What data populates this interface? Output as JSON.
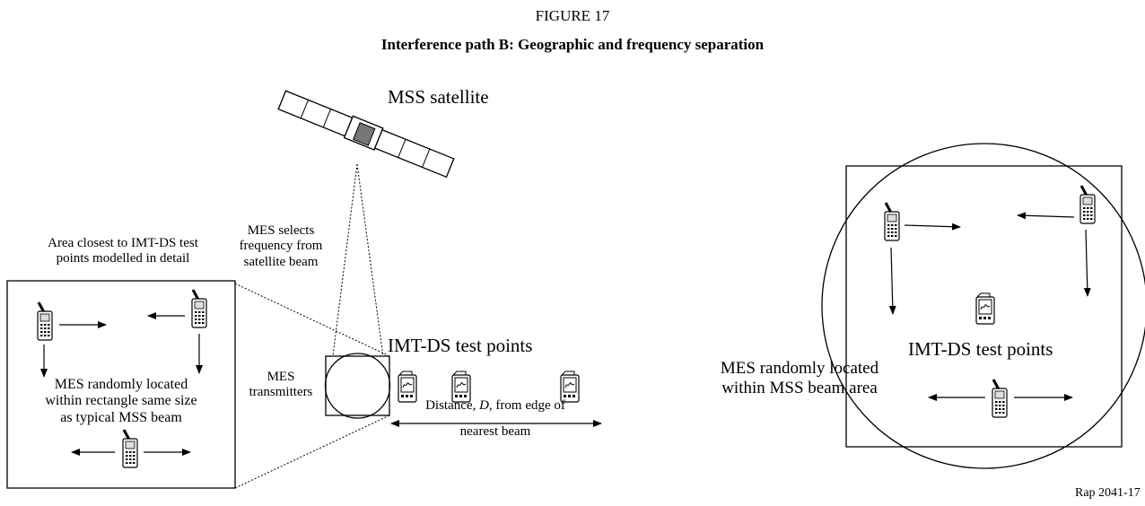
{
  "figure": {
    "number": "FIGURE 17",
    "title": "Interference path B: Geographic and frequency separation",
    "reference": "Rap 2041-17"
  },
  "left_diagram": {
    "satellite_label": "MSS satellite",
    "beam_note": [
      "MES selects",
      "frequency from",
      "satellite beam"
    ],
    "detail_caption": [
      "Area closest to IMT-DS test",
      "points modelled in detail"
    ],
    "detail_body": [
      "MES randomly located",
      "within rectangle same size",
      "as typical MSS beam"
    ],
    "transmitters_label": [
      "MES",
      "transmitters"
    ],
    "test_points_label": "IMT-DS test points",
    "distance_label": [
      "Distance, ",
      "D",
      ", from edge of"
    ],
    "distance_label_2": "nearest beam"
  },
  "right_diagram": {
    "test_points_label": "IMT-DS test points",
    "beam_area_label": [
      "MES randomly located",
      "within MSS beam area"
    ]
  }
}
